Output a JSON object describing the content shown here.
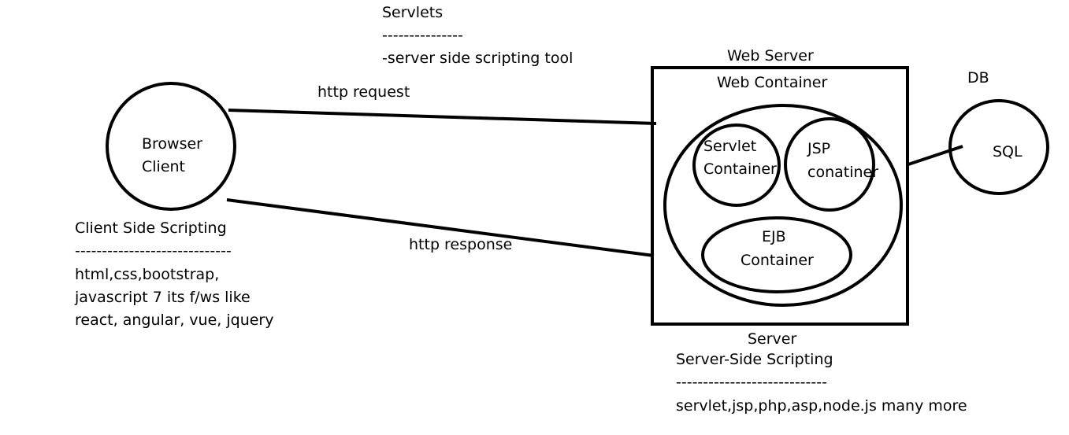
{
  "servlets_note": {
    "title": "Servlets",
    "divider": "---------------",
    "description": "-server side scripting tool"
  },
  "browser": {
    "line1": "Browser",
    "line2": "Client"
  },
  "request_label": "http request",
  "response_label": "http response",
  "client_side": {
    "heading": "Client Side Scripting",
    "divider": "-----------------------------",
    "line1": "html,css,bootstrap,",
    "line2": "javascript 7 its f/ws like",
    "line3": "react, angular, vue, jquery"
  },
  "web_server": {
    "label": "Web Server",
    "container_label": "Web Container",
    "servlet_line1": "Servlet",
    "servlet_line2": "Container",
    "jsp_line1": "JSP",
    "jsp_line2": "conatiner",
    "ejb_line1": "EJB",
    "ejb_line2": "Container"
  },
  "db": {
    "label": "DB",
    "content": "SQL"
  },
  "server_side": {
    "server_label": "Server",
    "heading": "Server-Side Scripting",
    "divider": "----------------------------",
    "line1": "servlet,jsp,php,asp,node.js many more"
  }
}
